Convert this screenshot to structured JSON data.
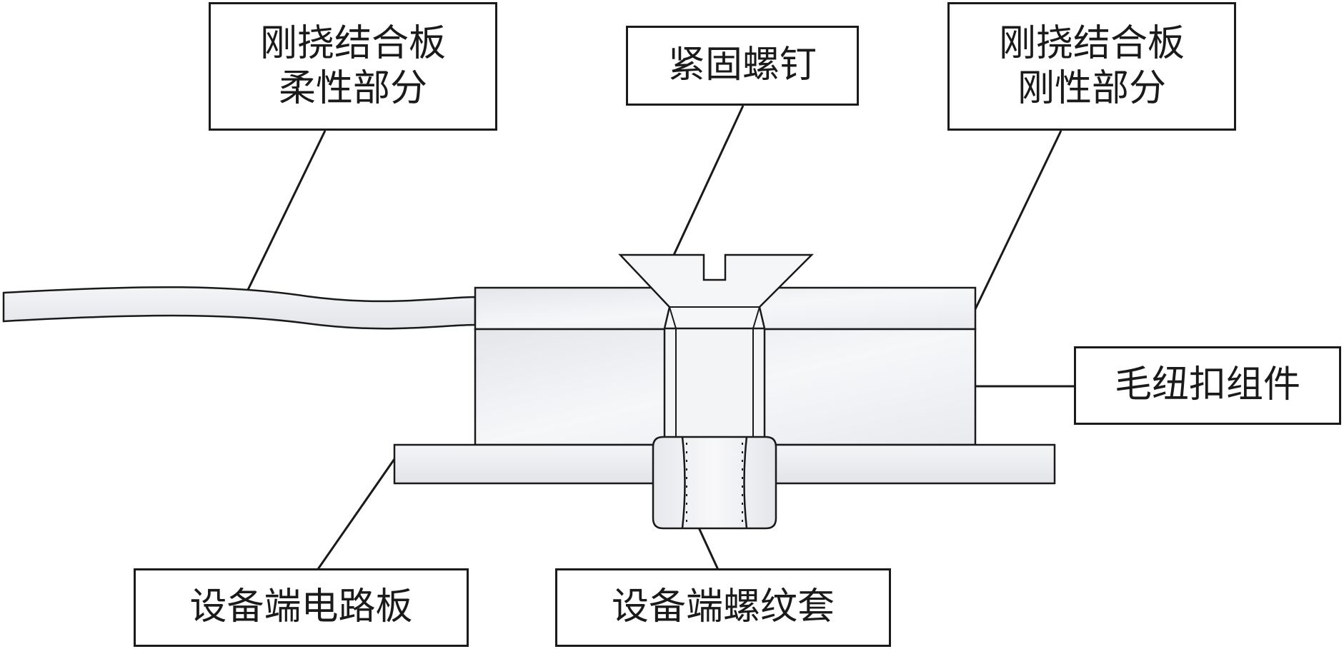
{
  "labels": {
    "flex_part": {
      "line1": "刚挠结合板",
      "line2": "柔性部分"
    },
    "screw": "紧固螺钉",
    "rigid_part": {
      "line1": "刚挠结合板",
      "line2": "刚性部分"
    },
    "fuzz_button": "毛纽扣组件",
    "device_pcb": "设备端电路板",
    "device_insert": "设备端螺纹套"
  },
  "colors": {
    "stroke": "#1a1a1a",
    "fill_light": "#f7f7f9",
    "fill_mid": "#eceef2",
    "fill_shadow": "#dfe1e6"
  }
}
